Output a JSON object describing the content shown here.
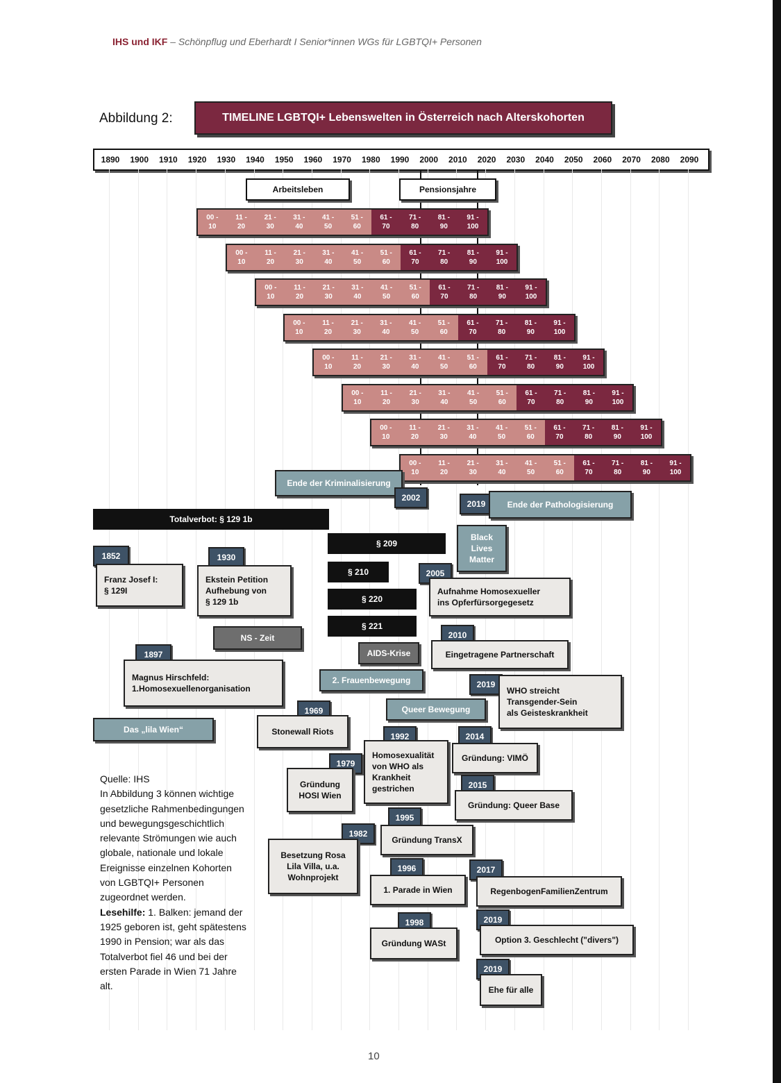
{
  "header": {
    "brand": "IHS und IKF",
    "rest": " – Schönpflug und Eberhardt I Senior*innen WGs für LGBTQI+ Personen"
  },
  "figure": {
    "label": "Abbildung 2:",
    "title": "TIMELINE LGBTQI+ Lebenswelten in Österreich nach Alterskohorten"
  },
  "axis": {
    "years": [
      "1890",
      "1900",
      "1910",
      "1920",
      "1930",
      "1940",
      "1950",
      "1960",
      "1970",
      "1980",
      "1990",
      "2000",
      "2010",
      "2020",
      "2030",
      "2040",
      "2050",
      "2060",
      "2070",
      "2080",
      "2090"
    ]
  },
  "phases": {
    "work": "Arbeitsleben",
    "pension": "Pensionsjahre"
  },
  "cohort_bars": [
    {
      "start_year": 1925,
      "pension_start_index": 6
    },
    {
      "start_year": 1935,
      "pension_start_index": 6
    },
    {
      "start_year": 1945,
      "pension_start_index": 6
    },
    {
      "start_year": 1955,
      "pension_start_index": 6
    },
    {
      "start_year": 1965,
      "pension_start_index": 6
    },
    {
      "start_year": 1975,
      "pension_start_index": 6
    },
    {
      "start_year": 1985,
      "pension_start_index": 6
    },
    {
      "start_year": 1995,
      "pension_start_index": 6
    }
  ],
  "age_groups": [
    [
      "00 -",
      "10"
    ],
    [
      "11 -",
      "20"
    ],
    [
      "21 -",
      "30"
    ],
    [
      "31 -",
      "40"
    ],
    [
      "41 -",
      "50"
    ],
    [
      "51 -",
      "60"
    ],
    [
      "61 -",
      "70"
    ],
    [
      "71 -",
      "80"
    ],
    [
      "81 -",
      "90"
    ],
    [
      "91 -",
      "100"
    ]
  ],
  "events": {
    "ende_krim": "Ende der Kriminalisierung",
    "y2002": "2002",
    "y2019a": "2019",
    "ende_path": "Ende der Pathologisierung",
    "totalverbot": "Totalverbot:  § 129 1b",
    "p209": "§ 209",
    "p210": "§ 210",
    "p220": "§ 220",
    "p221": "§ 221",
    "blm": "Black\nLives\nMatter",
    "y1852": "1852",
    "franz": "Franz Josef I:\n§ 129I",
    "y1930": "1930",
    "ekstein": "Ekstein Petition\nAufhebung von\n§ 129 1b",
    "y2005": "2005",
    "opferfuer": "Aufnahme Homosexueller\nins Opferfürsorgegesetz",
    "ns": "NS - Zeit",
    "y2010": "2010",
    "partnerschaft": "Eingetragene Partnerschaft",
    "aids": "AIDS-Krise",
    "y1897": "1897",
    "hirschfeld": "Magnus Hirschfeld:\n1.Homosexuellenorganisation",
    "frauen": "2. Frauenbewegung",
    "y2019b": "2019",
    "who_trans": "WHO streicht\nTransgender-Sein\nals Geisteskrankheit",
    "y1969": "1969",
    "queer": "Queer Bewegung",
    "lila": "Das „lila Wien“",
    "stonewall": "Stonewall Riots",
    "y1992": "1992",
    "who_homo": "Homosexualität\nvon WHO als\nKrankheit\ngestrichen",
    "y2014": "2014",
    "vimoe": "Gründung: VIMÖ",
    "y1979": "1979",
    "hosi": "Gründung\nHOSI Wien",
    "y2015": "2015",
    "queerbase": "Gründung: Queer Base",
    "y1995": "1995",
    "transx": "Gründung TransX",
    "y1982": "1982",
    "rosa": "Besetzung Rosa\nLila Villa, u.a.\nWohnprojekt",
    "y1996": "1996",
    "parade": "1. Parade in Wien",
    "y2017": "2017",
    "regenbogen": "RegenbogenFamilienZentrum",
    "y1998": "1998",
    "wast": "Gründung WASt",
    "y2019c": "2019",
    "divers": "Option 3. Geschlecht (\"divers\")",
    "y2019d": "2019",
    "ehe": "Ehe für alle"
  },
  "caption": {
    "source": "Quelle: IHS",
    "body": "In Abbildung 3 können wichtige gesetzliche Rahmenbedingungen und bewegungsgeschichtlich relevante Strömungen wie auch globale, nationale und lokale Ereignisse einzelnen Kohorten von LGBTQI+ Personen zugeordnet werden.",
    "hint_label": "Lesehilfe:",
    "hint_text": " 1. Balken: jemand der 1925 geboren ist, geht spätestens 1990 in Pension; war als das Totalverbot fiel 46 und bei der ersten Parade in Wien 71 Jahre alt."
  },
  "page_number": "10"
}
